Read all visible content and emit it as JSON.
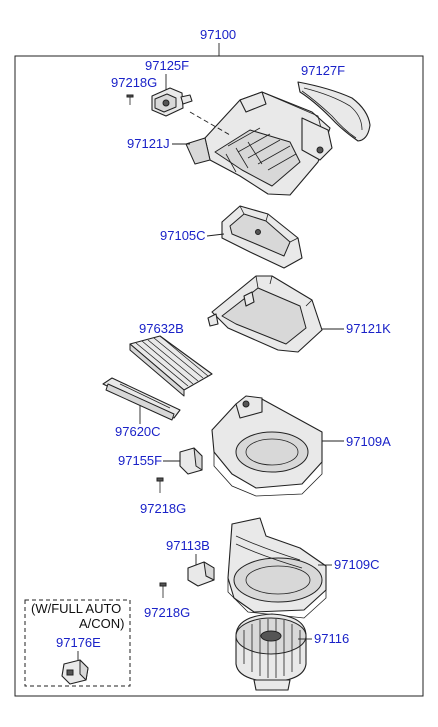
{
  "assembly": {
    "number": "97100"
  },
  "parts": {
    "p97125F": "97125F",
    "p97218G_top": "97218G",
    "p97127F": "97127F",
    "p97121J": "97121J",
    "p97105C": "97105C",
    "p97121K": "97121K",
    "p97632B": "97632B",
    "p97620C": "97620C",
    "p97109A": "97109A",
    "p97155F": "97155F",
    "p97218G_mid": "97218G",
    "p97113B": "97113B",
    "p97109C": "97109C",
    "p97218G_low": "97218G",
    "p97116": "97116",
    "p97176E": "97176E"
  },
  "option_box": {
    "line1": "(W/FULL AUTO",
    "line2": "A/CON)"
  },
  "colors": {
    "label": "#1a22c8",
    "line": "#222222",
    "part_fill": "#e9e9e9"
  }
}
